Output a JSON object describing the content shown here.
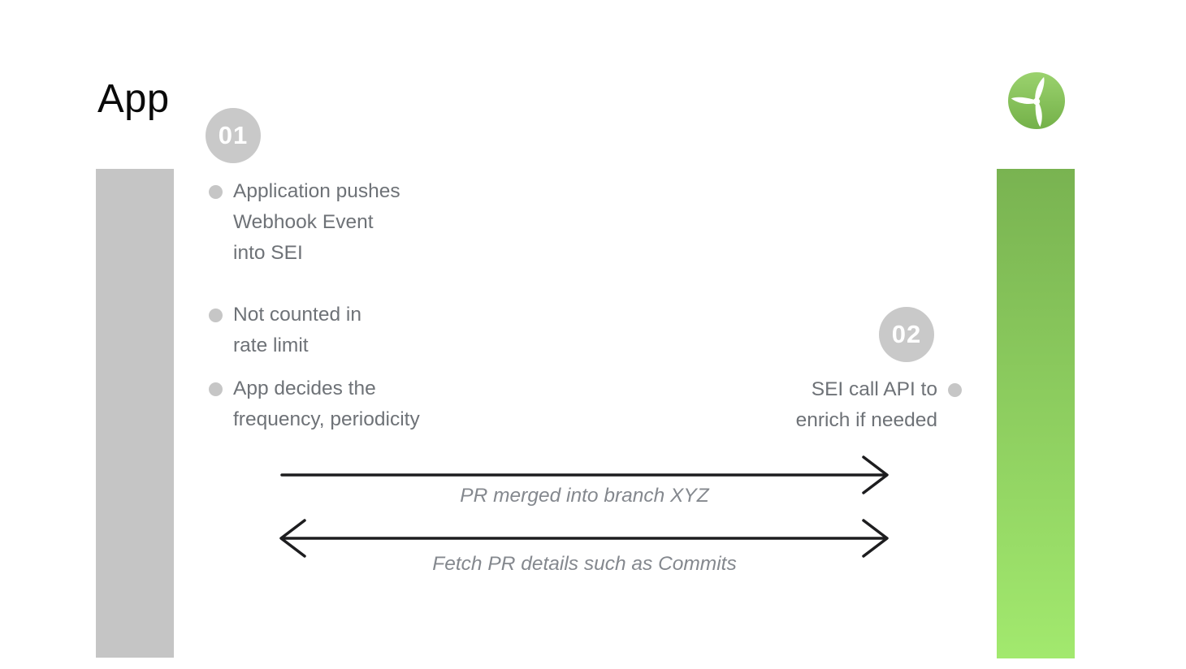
{
  "title": "App",
  "logo": {
    "name": "propeller-logo"
  },
  "steps": [
    {
      "number": "01",
      "notes": [
        {
          "text": "Application pushes\nWebhook Event\ninto SEI"
        },
        {
          "text": "Not counted in\nrate limit"
        },
        {
          "text": "App decides the\nfrequency, periodicity"
        }
      ]
    },
    {
      "number": "02",
      "notes": [
        {
          "text": "SEI call API to\nenrich if needed"
        }
      ]
    }
  ],
  "arrows": [
    {
      "label": "PR merged into branch XYZ",
      "direction": "right"
    },
    {
      "label": "Fetch PR details such as Commits",
      "direction": "both"
    }
  ],
  "colors": {
    "title-color": "#0a0a0a",
    "bar-gray": "#c5c5c5",
    "badge-bg": "#c9c9c9",
    "badge-text": "#ffffff",
    "dot-gray": "#c6c6c6",
    "text-gray": "#6e7277",
    "label-gray": "#84888e",
    "arrow-color": "#1d1d1f",
    "green-bar-top": "#79b351",
    "green-bar-bottom": "#a2e96e",
    "logo-green-light": "#9bd26e",
    "logo-green-dark": "#74b149"
  }
}
